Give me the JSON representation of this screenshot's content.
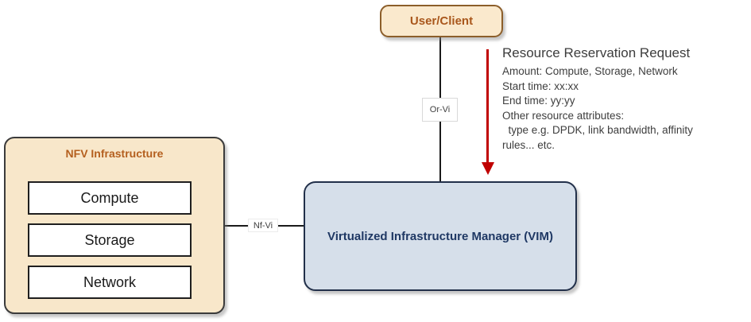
{
  "colors": {
    "node_cream_fill": "#f8e7ca",
    "node_cream_border": "#8c5e2a",
    "brown_title_text": "#b45f1e",
    "vim_fill": "#d6dfea",
    "vim_text": "#1f3864",
    "connector_black": "#1a1a1a",
    "request_arrow_red": "#c00000",
    "annotation_text": "#3d3d3d"
  },
  "nodes": {
    "user_client": {
      "label": "User/Client"
    },
    "nfv_infrastructure": {
      "title": "NFV Infrastructure",
      "components": [
        "Compute",
        "Storage",
        "Network"
      ]
    },
    "vim": {
      "label": "Virtualized Infrastructure Manager (VIM)"
    }
  },
  "connectors": {
    "or_vi": {
      "label": "Or-Vi"
    },
    "nf_vi": {
      "label": "Nf-Vi"
    }
  },
  "annotation": {
    "title": "Resource Reservation Request",
    "lines": [
      "Amount: Compute, Storage, Network",
      "Start time: xx:xx",
      "End time: yy:yy",
      "Other resource attributes:",
      "  type e.g. DPDK, link bandwidth, affinity",
      "rules... etc."
    ]
  }
}
